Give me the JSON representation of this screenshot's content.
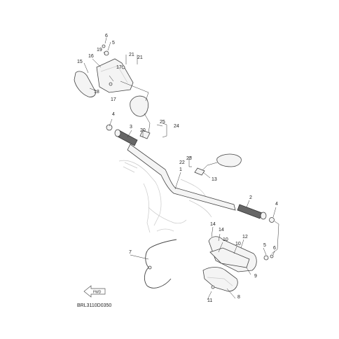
{
  "diagram": {
    "code": "BRL3110D0350",
    "fwd_label": "FWD",
    "callouts": [
      "1",
      "2",
      "3",
      "4",
      "4",
      "5",
      "5",
      "6",
      "6",
      "7",
      "8",
      "9",
      "10",
      "10",
      "11",
      "12",
      "13",
      "14",
      "14",
      "15",
      "16",
      "17",
      "17",
      "18",
      "19",
      "20",
      "21",
      "21",
      "22",
      "23",
      "24",
      "25"
    ]
  }
}
